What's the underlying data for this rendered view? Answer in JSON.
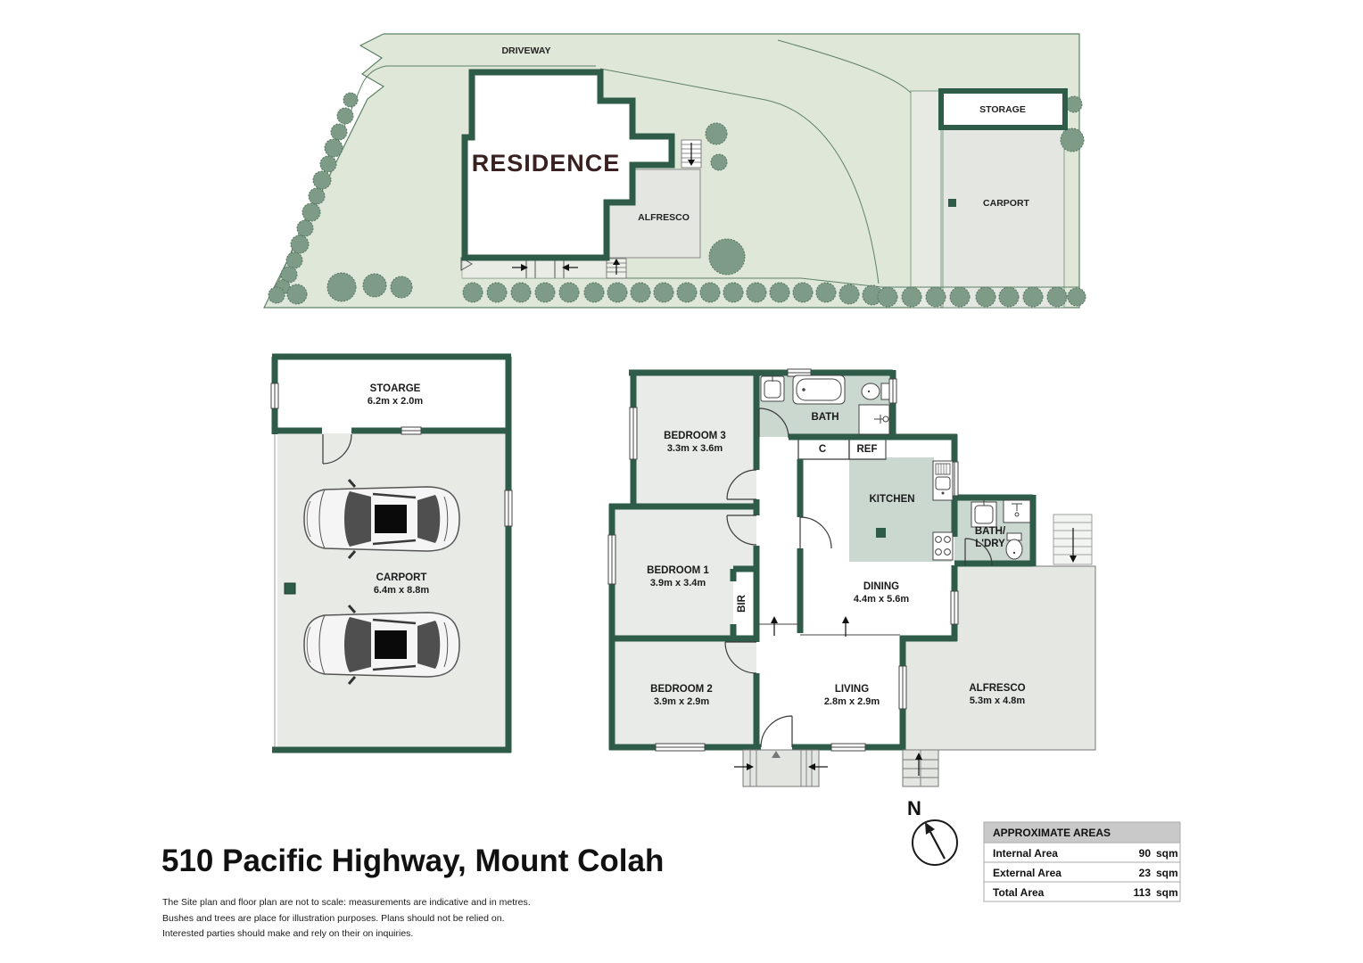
{
  "site_plan": {
    "driveway_label": "DRIVEWAY",
    "residence_label": "RESIDENCE",
    "alfresco_label": "ALFRESCO",
    "storage_label": "STORAGE",
    "carport_label": "CARPORT"
  },
  "carport_plan": {
    "storage_label": "STOARGE",
    "storage_size": "6.2m x 2.0m",
    "carport_label": "CARPORT",
    "carport_size": "6.4m x 8.8m"
  },
  "floor_plan": {
    "bedroom3": {
      "label": "BEDROOM 3",
      "size": "3.3m x 3.6m"
    },
    "bath": {
      "label": "BATH"
    },
    "cupboard": {
      "label": "C"
    },
    "fridge": {
      "label": "REF"
    },
    "kitchen": {
      "label": "KITCHEN"
    },
    "bedroom1": {
      "label": "BEDROOM 1",
      "size": "3.9m x 3.4m"
    },
    "bir": {
      "label": "BIR"
    },
    "dining": {
      "label": "DINING",
      "size": "4.4m x 5.6m"
    },
    "bath_laundry": {
      "label_line1": "BATH/",
      "label_line2": "L'DRY"
    },
    "bedroom2": {
      "label": "BEDROOM 2",
      "size": "3.9m x 2.9m"
    },
    "living": {
      "label": "LIVING",
      "size": "2.8m x 2.9m"
    },
    "alfresco": {
      "label": "ALFRESCO",
      "size": "5.3m x 4.8m"
    }
  },
  "compass": {
    "north_label": "N"
  },
  "title": "510 Pacific Highway, Mount Colah",
  "disclaimer": {
    "line1": "The Site plan and floor plan are not to scale: measurements are indicative and in metres.",
    "line2": "Bushes and trees are place for illustration purposes. Plans should not be relied on.",
    "line3": "Interested parties should make and rely on their on inquiries."
  },
  "areas_table": {
    "header": "APPROXIMATE AREAS",
    "rows": [
      {
        "label": "Internal Area",
        "value": "90",
        "unit": "sqm"
      },
      {
        "label": "External Area",
        "value": "23",
        "unit": "sqm"
      },
      {
        "label": "Total Area",
        "value": "113",
        "unit": "sqm"
      }
    ]
  },
  "colors": {
    "wall_green": "#2e5c49",
    "lawn_green": "#dfe7d9",
    "tree_green": "#7e9b87",
    "room_gray": "#e9ebe8",
    "wet_area_green": "#cbd8d0",
    "alfresco_gray": "#e4e7e2",
    "title_maroon": "#3a2121",
    "table_header_gray": "#c9c9c9"
  }
}
